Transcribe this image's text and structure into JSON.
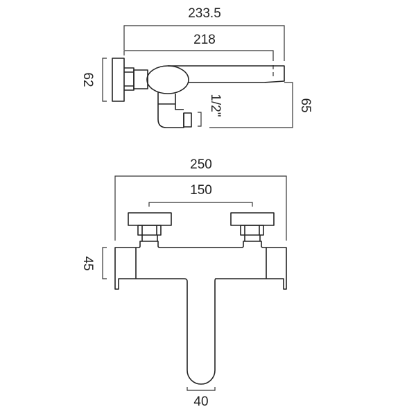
{
  "top_view": {
    "dim_overall_length": "233.5",
    "dim_spout_length": "218",
    "dim_plate_height": "62",
    "dim_spout_drop": "65",
    "dim_inlet_size": "1/2\""
  },
  "front_view": {
    "dim_overall_width": "250",
    "dim_centres": "150",
    "dim_body_height": "45",
    "dim_spout_width": "40"
  },
  "colors": {
    "line": "#222222",
    "background": "#ffffff"
  }
}
